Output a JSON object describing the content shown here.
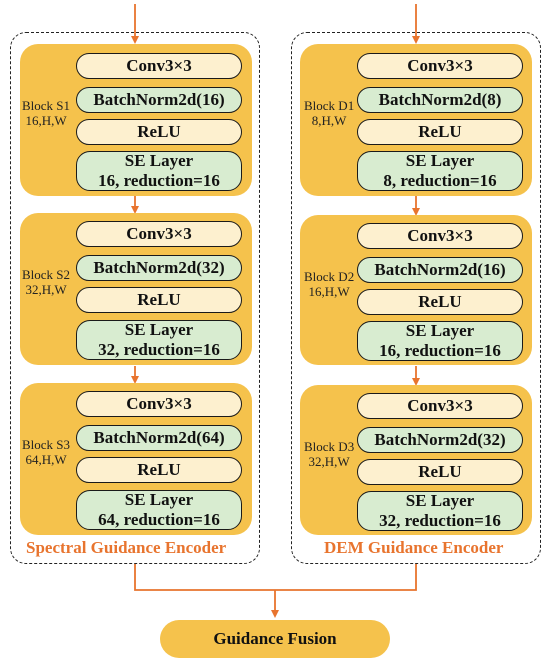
{
  "colors": {
    "arrow": "#e8742e",
    "block": "#f5c24c",
    "layer_light": "#fdf0cf",
    "layer_green": "#d8ecd0",
    "title": "#e8742e"
  },
  "encoders": [
    {
      "title": "Spectral Guidance Encoder",
      "blocks": [
        {
          "name": "Block S1",
          "dims": "16,H,W",
          "conv": "Conv3×3",
          "bn": "BatchNorm2d(16)",
          "relu": "ReLU",
          "se_title": "SE Layer",
          "se_params": "16, reduction=16"
        },
        {
          "name": "Block S2",
          "dims": "32,H,W",
          "conv": "Conv3×3",
          "bn": "BatchNorm2d(32)",
          "relu": "ReLU",
          "se_title": "SE Layer",
          "se_params": "32, reduction=16"
        },
        {
          "name": "Block S3",
          "dims": "64,H,W",
          "conv": "Conv3×3",
          "bn": "BatchNorm2d(64)",
          "relu": "ReLU",
          "se_title": "SE Layer",
          "se_params": "64, reduction=16"
        }
      ]
    },
    {
      "title": "DEM Guidance Encoder",
      "blocks": [
        {
          "name": "Block D1",
          "dims": "8,H,W",
          "conv": "Conv3×3",
          "bn": "BatchNorm2d(8)",
          "relu": "ReLU",
          "se_title": "SE Layer",
          "se_params": "8, reduction=16"
        },
        {
          "name": "Block D2",
          "dims": "16,H,W",
          "conv": "Conv3×3",
          "bn": "BatchNorm2d(16)",
          "relu": "ReLU",
          "se_title": "SE Layer",
          "se_params": "16, reduction=16"
        },
        {
          "name": "Block D3",
          "dims": "32,H,W",
          "conv": "Conv3×3",
          "bn": "BatchNorm2d(32)",
          "relu": "ReLU",
          "se_title": "SE Layer",
          "se_params": "32, reduction=16"
        }
      ]
    }
  ],
  "fusion": {
    "label": "Guidance Fusion"
  }
}
